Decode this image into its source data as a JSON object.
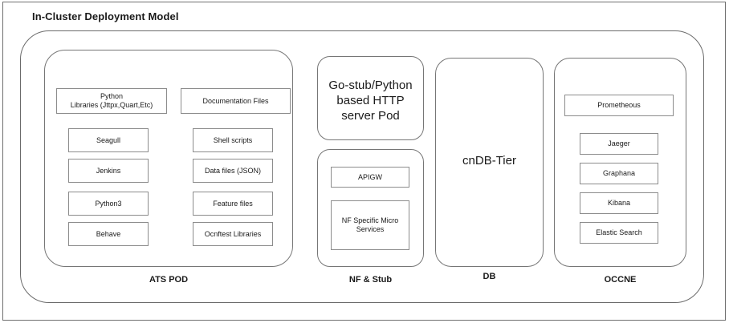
{
  "diagram": {
    "title": "In-Cluster Deployment Model",
    "colors": {
      "page_border": "#6f6f6f",
      "cluster_border": "#6b6b6b",
      "group_border": "#767676",
      "item_border": "#8c8c8c",
      "text": "#1a1a1a",
      "background": "#ffffff"
    }
  },
  "groups": {
    "ats_pod": {
      "caption": "ATS POD",
      "column_a": [
        {
          "label": "Python\nLibraries (Jttpx,Quart,Etc)"
        },
        {
          "label": "Seagull"
        },
        {
          "label": "Jenkins"
        },
        {
          "label": "Python3"
        },
        {
          "label": "Behave"
        }
      ],
      "column_b": [
        {
          "label": "Documentation Files"
        },
        {
          "label": "Shell scripts"
        },
        {
          "label": "Data files (JSON)"
        },
        {
          "label": "Feature files"
        },
        {
          "label": "Ocnftest Libraries"
        }
      ]
    },
    "nf_stub": {
      "caption": "NF  & Stub",
      "server_pod": {
        "label": "Go-stub/Python\nbased HTTP\nserver Pod"
      },
      "items": [
        {
          "label": "APIGW"
        },
        {
          "label": "NF Specific Micro\nServices"
        }
      ]
    },
    "db": {
      "caption": "DB",
      "tier_label": "cnDB-Tier"
    },
    "occne": {
      "caption": "OCCNE",
      "items": [
        {
          "label": "Prometheous"
        },
        {
          "label": "Jaeger"
        },
        {
          "label": "Graphana"
        },
        {
          "label": "Kibana"
        },
        {
          "label": "Elastic Search"
        }
      ]
    }
  }
}
